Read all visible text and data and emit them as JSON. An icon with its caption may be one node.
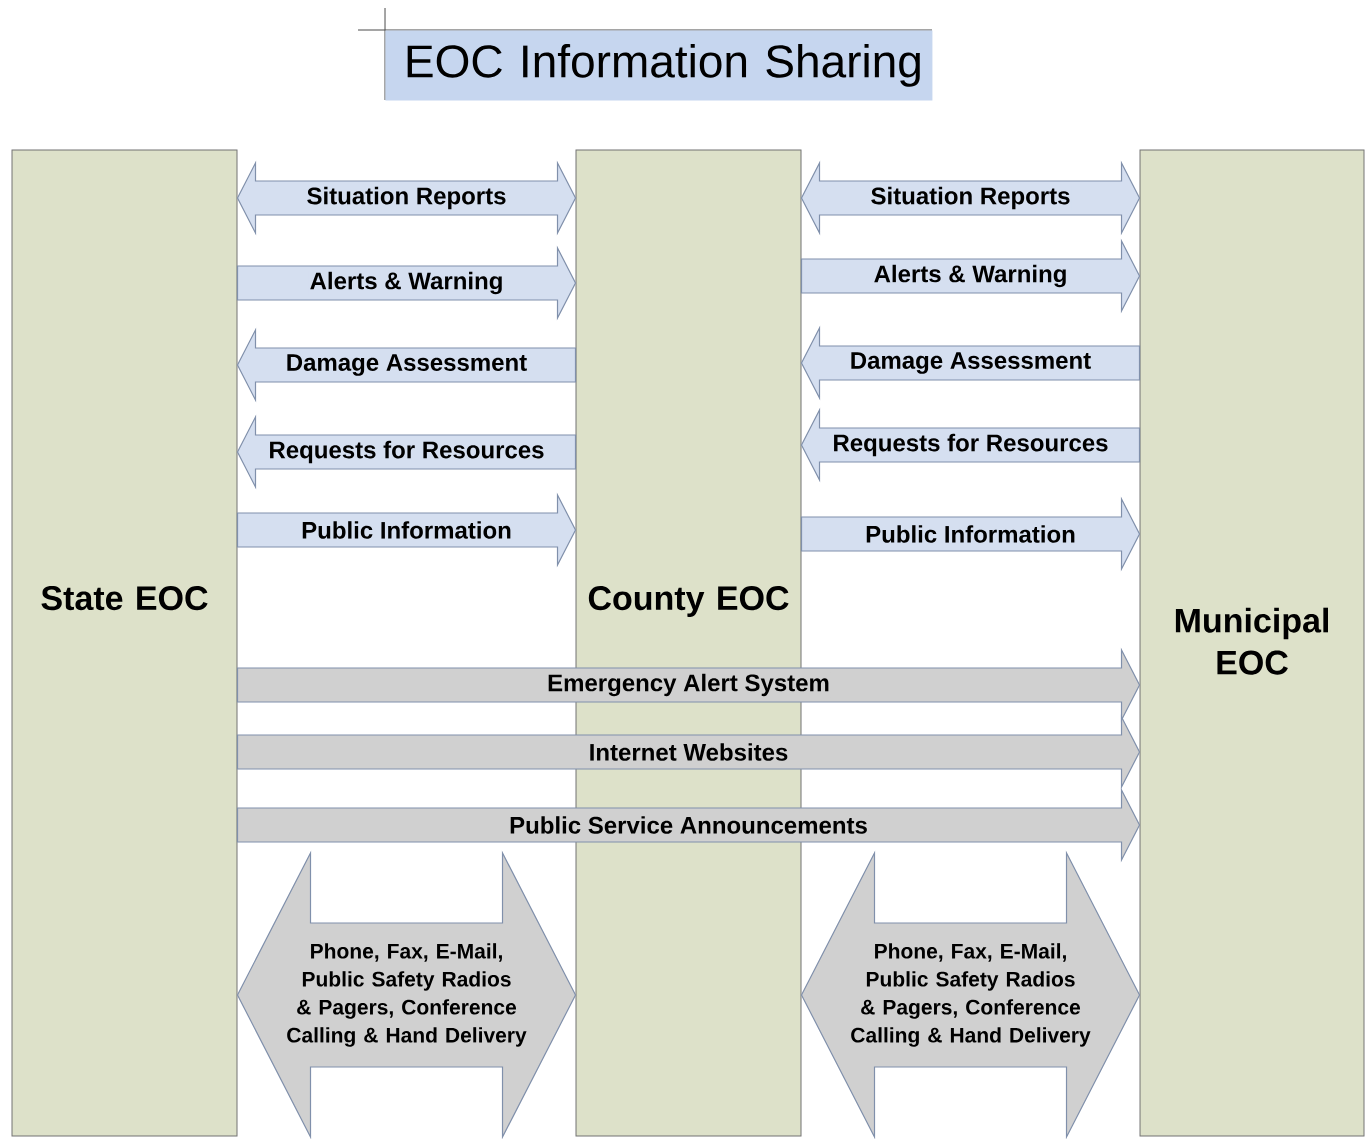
{
  "diagram": {
    "title": "EOC Information Sharing",
    "nodes": [
      {
        "text": [
          "State EOC"
        ]
      },
      {
        "text": [
          "County EOC"
        ]
      },
      {
        "text": [
          "Municipal EOC"
        ]
      }
    ],
    "edges": [
      {
        "from": 0,
        "to": 1,
        "arrow": "both",
        "label": "Situation Reports"
      },
      {
        "from": 0,
        "to": 1,
        "arrow": "to",
        "label": "Alerts & Warning"
      },
      {
        "from": 1,
        "to": 0,
        "arrow": "to",
        "label": "Damage Assessment"
      },
      {
        "from": 1,
        "to": 0,
        "arrow": "to",
        "label": "Requests for Resources"
      },
      {
        "from": 0,
        "to": 1,
        "arrow": "to",
        "label": "Public Information"
      },
      {
        "from": 1,
        "to": 2,
        "arrow": "both",
        "label": "Situation Reports"
      },
      {
        "from": 1,
        "to": 2,
        "arrow": "to",
        "label": "Alerts & Warning"
      },
      {
        "from": 2,
        "to": 1,
        "arrow": "to",
        "label": "Damage Assessment"
      },
      {
        "from": 2,
        "to": 1,
        "arrow": "to",
        "label": "Requests for Resources"
      },
      {
        "from": 1,
        "to": 2,
        "arrow": "to",
        "label": "Public Information"
      },
      {
        "from": 0,
        "to": 2,
        "arrow": "to",
        "label": "Emergency Alert System",
        "color": "#d0d0d0"
      },
      {
        "from": 0,
        "to": 2,
        "arrow": "to",
        "label": "Internet Websites",
        "color": "#d0d0d0"
      },
      {
        "from": 0,
        "to": 2,
        "arrow": "to",
        "label": "Public Service Announcements",
        "color": "#d0d0d0"
      },
      {
        "from": 0,
        "to": 1,
        "arrow": "both",
        "label": "Phone, Fax, E-Mail, Public Safety Radios & Pagers, Conference Calling & Hand Delivery",
        "style": "thick",
        "color": "#d0d0d0"
      },
      {
        "from": 1,
        "to": 2,
        "arrow": "both",
        "label": "Phone, Fax, E-Mail, Public Safety Radios & Pagers, Conference Calling & Hand Delivery",
        "style": "thick",
        "color": "#d0d0d0"
      }
    ]
  }
}
